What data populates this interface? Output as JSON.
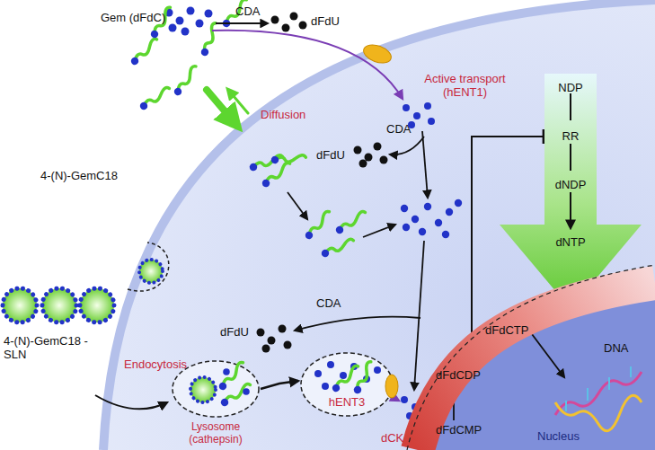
{
  "diagram": {
    "nodes": [
      {
        "text": [
          "NDP",
          "RR",
          "dNDP",
          "dNTP"
        ]
      },
      {
        "text": [
          "dFdCDP",
          "dFdCTP"
        ]
      },
      {
        "text": [
          "Lysosome (cathepsin)"
        ]
      },
      {
        "text": [
          "hENT3"
        ]
      }
    ],
    "edges": [
      {
        "from": 1,
        "to": 0,
        "arrow": "to"
      },
      {
        "from": 2,
        "to": 3,
        "arrow": "to"
      }
    ],
    "labels": [
      "Gem (dFdC)",
      "CDA",
      "dFdU",
      "Active transport (hENT1)",
      "4-(N)-GemC18",
      "Diffusion",
      "CDA",
      "dFdU",
      "dFdU",
      "CDA",
      "dFdCMP",
      "DNA",
      "Nucleus",
      "4-(N)-GemC18 -SLN",
      "Endocytosis",
      "dCK"
    ]
  }
}
